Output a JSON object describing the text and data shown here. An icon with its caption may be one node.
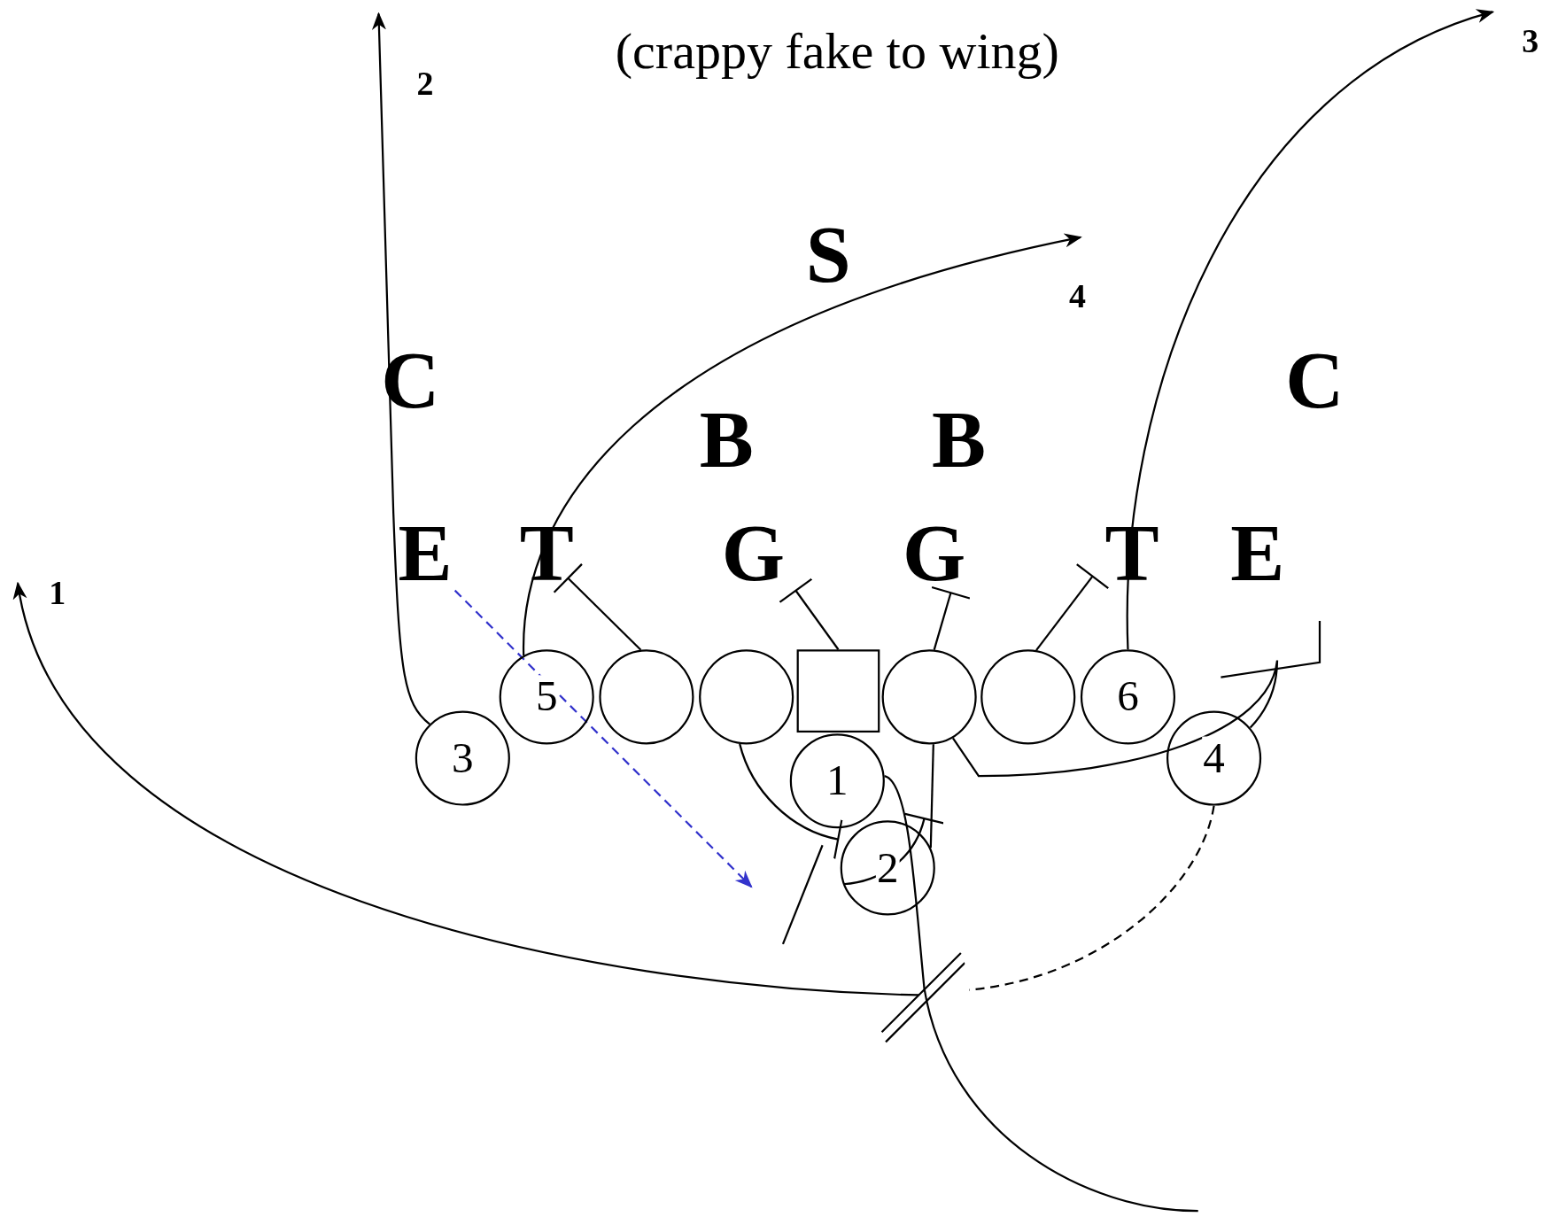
{
  "diagram": {
    "title": "(crappy fake to wing)",
    "nodes": [
      {
        "text": [
          "E"
        ]
      },
      {
        "text": [
          "T"
        ]
      },
      {
        "text": [
          "G"
        ]
      },
      {
        "text": [
          "G"
        ]
      },
      {
        "text": [
          "T"
        ]
      },
      {
        "text": [
          "E"
        ]
      },
      {
        "text": [
          "B"
        ]
      },
      {
        "text": [
          "B"
        ]
      },
      {
        "text": [
          "C"
        ]
      },
      {
        "text": [
          "C"
        ]
      },
      {
        "text": [
          "S"
        ]
      },
      {
        "text": [
          "3"
        ]
      },
      {
        "text": [
          "5"
        ]
      },
      {
        "text": [],
        "shape": "circle"
      },
      {
        "text": [],
        "shape": "circle"
      },
      {
        "text": [],
        "shape": "box"
      },
      {
        "text": [],
        "shape": "circle"
      },
      {
        "text": [],
        "shape": "circle"
      },
      {
        "text": [
          "6"
        ]
      },
      {
        "text": [
          "4"
        ]
      },
      {
        "text": [
          "1"
        ]
      },
      {
        "text": [
          "2"
        ]
      },
      {
        "text": [],
        "shape": "mark"
      }
    ],
    "edges": [
      {
        "from": 11,
        "to": null,
        "arrow": "to"
      },
      {
        "from": 12,
        "to": null,
        "arrow": "to"
      },
      {
        "from": 18,
        "to": null,
        "arrow": "to"
      },
      {
        "from": 22,
        "to": null,
        "arrow": "to"
      },
      {
        "from": 19,
        "to": 22,
        "arrow": "none",
        "style": "dashed"
      },
      {
        "from": 20,
        "to": null,
        "arrow": "none"
      },
      {
        "from": 13,
        "to": 1,
        "arrow": "other"
      },
      {
        "from": 15,
        "to": 2,
        "arrow": "other"
      },
      {
        "from": 16,
        "to": 3,
        "arrow": "other"
      },
      {
        "from": 17,
        "to": 4,
        "arrow": "other"
      },
      {
        "from": 0,
        "to": null,
        "arrow": "to",
        "style": "dashed",
        "color": "#3333cc"
      },
      {
        "from": 14,
        "to": 21,
        "arrow": "other"
      },
      {
        "from": 21,
        "to": null,
        "arrow": "other"
      },
      {
        "from": 19,
        "to": 16,
        "arrow": "none"
      },
      {
        "from": 21,
        "to": 16,
        "arrow": "none"
      }
    ],
    "labels": [
      "2",
      "4",
      "3",
      "1"
    ]
  }
}
